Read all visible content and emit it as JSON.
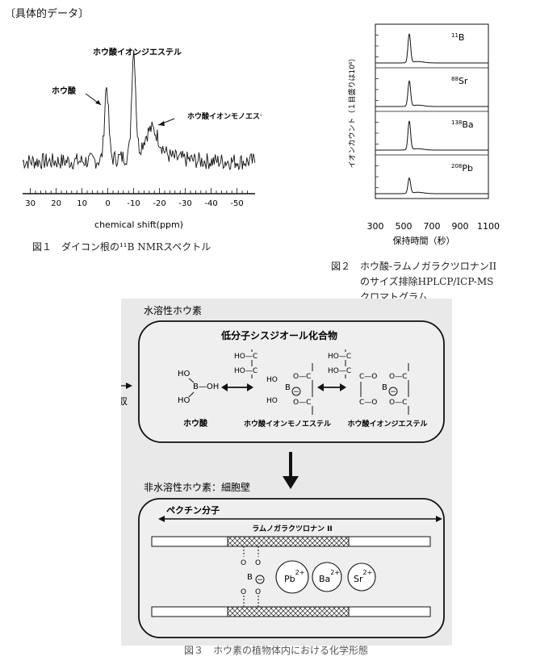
{
  "section_heading": "〔具体的データ〕",
  "figure1": {
    "caption": "図１　ダイコン根の¹¹B NMRスペクトル",
    "xlabel": "chemical shift(ppm)",
    "annotations": {
      "boric_acid": "ホウ酸",
      "diester": "ホウ酸イオンジエステル",
      "monoester": "ホウ酸イオンモノエステル"
    }
  },
  "figure2": {
    "caption_line1": "図２　ホウ酸-ラムノガラクツロナンII",
    "caption_line2": "のサイズ排除HPLCP/ICP-MS",
    "caption_line3": "クロマトグラム",
    "ylabel": "イオンカウント（１目盛りは10⁶）",
    "xlabel": "保持時間（秒）"
  },
  "figure3": {
    "caption": "図３　ホウ素の植物体内における化学形態",
    "water_soluble_label": "水溶性ホウ素",
    "low_mw_label": "低分子シスジオール化合物",
    "absorption_label": "吸収",
    "boric_acid_label": "ホウ酸",
    "monoester_label": "ホウ酸イオンモノエステル",
    "diester_label": "ホウ酸イオンジエステル",
    "insoluble_label": "非水溶性ホウ素：細胞壁",
    "pectin_label": "ペクチン分子",
    "rg2_label": "ラムノガラクツロナン II",
    "ions": [
      {
        "base": "Pb",
        "charge": "2+"
      },
      {
        "base": "Ba",
        "charge": "2+"
      },
      {
        "base": "Sr",
        "charge": "2+"
      }
    ],
    "chem": {
      "ho": "HO",
      "b_oh": "B—OH",
      "b": "B",
      "ho_c": "HO—C",
      "o_c": "O—C",
      "c_o": "C—O",
      "o": "O",
      "minus": "−"
    }
  },
  "chart_data": [
    {
      "type": "line",
      "xlabel": "chemical shift(ppm)",
      "ylabel": "",
      "xlim": [
        33,
        -57
      ],
      "x_ticks": [
        30,
        20,
        10,
        0,
        -10,
        -20,
        -30,
        -40,
        -50
      ],
      "annotations": [
        "ホウ酸",
        "ホウ酸イオンジエステル",
        "ホウ酸イオンモノエステル"
      ],
      "peaks": [
        {
          "x": 0.5,
          "rel_height": 0.7
        },
        {
          "x": -10,
          "rel_height": 1.0
        },
        {
          "x": -17,
          "rel_height": 0.25
        }
      ]
    },
    {
      "type": "line",
      "xlabel": "保持時間（秒）",
      "ylabel": "イオンカウント（１目盛りは10⁶）",
      "xlim": [
        300,
        1100
      ],
      "x_ticks": [
        300,
        500,
        700,
        900,
        1100
      ],
      "series": [
        {
          "name": "11B",
          "label_sup": "11",
          "label_el": "B",
          "peak_x": 540,
          "rel_height": 0.85
        },
        {
          "name": "88Sr",
          "label_sup": "88",
          "label_el": "Sr",
          "peak_x": 540,
          "rel_height": 0.75
        },
        {
          "name": "138Ba",
          "label_sup": "138",
          "label_el": "Ba",
          "peak_x": 540,
          "rel_height": 0.85
        },
        {
          "name": "208Pb",
          "label_sup": "208",
          "label_el": "Pb",
          "peak_x": 540,
          "rel_height": 0.45
        }
      ]
    }
  ]
}
